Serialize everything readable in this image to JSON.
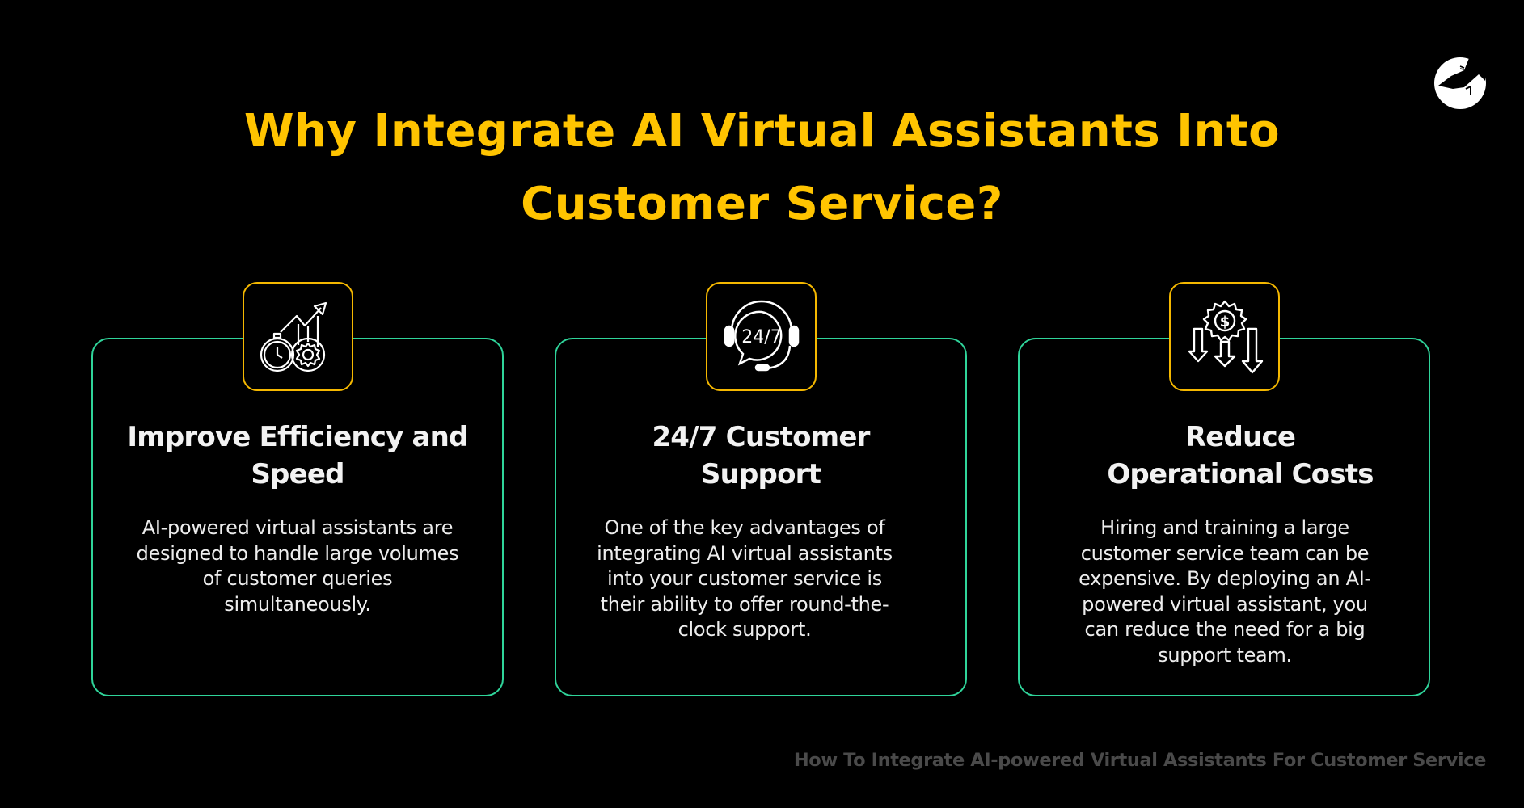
{
  "page": {
    "title_lines": [
      "Why Integrate AI Virtual Assistants Into",
      "Customer Service?"
    ],
    "logo_icon": "gecko-logo-icon",
    "footer": "How To Integrate AI-powered Virtual Assistants For Customer Service"
  },
  "colors": {
    "background": "#000000",
    "title": "#FFC400",
    "card_border": "#2FD49A",
    "icon_border": "#F5B800",
    "text": "#F2F2F2",
    "footer": "#4A4A4A"
  },
  "cards": [
    {
      "icon": "stopwatch-gear-growth-icon",
      "title_lines": [
        "Improve Efficiency and",
        "Speed"
      ],
      "body_lines": [
        "AI-powered virtual assistants are",
        "designed to handle large volumes",
        "of customer queries",
        "simultaneously."
      ]
    },
    {
      "icon": "headset-24-7-icon",
      "icon_text": "24/7",
      "title_lines": [
        "24/7 Customer",
        "Support"
      ],
      "body_lines": [
        "One of the key advantages of",
        "integrating AI virtual assistants",
        "into your customer service is",
        "their ability to offer round-the-",
        "clock support."
      ]
    },
    {
      "icon": "cost-reduction-gear-arrows-icon",
      "title_lines": [
        "Reduce",
        "Operational Costs"
      ],
      "body_lines": [
        "Hiring and training a large",
        "customer service team can be",
        "expensive. By deploying an AI-",
        "powered virtual assistant, you",
        "can reduce the need for a big",
        "support team."
      ]
    }
  ]
}
